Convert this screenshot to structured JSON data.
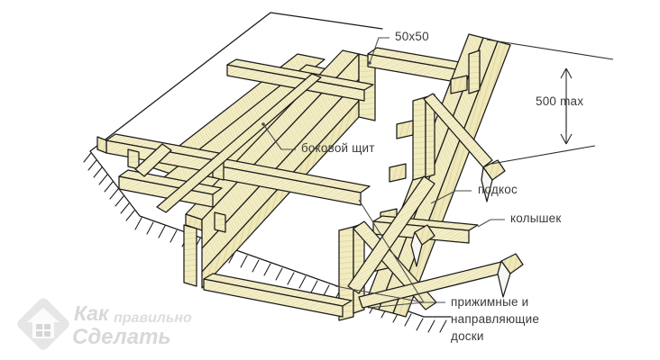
{
  "diagram": {
    "title": "Isometric drawing of strip-foundation timber formwork",
    "background_color": "#ffffff",
    "timber_fill": "#f2ecc4",
    "timber_fill_light": "#faf6de",
    "timber_fill_dark": "#e3d99b",
    "outline_color": "#1a1a1a",
    "text_color": "#3a3a3a",
    "leader_color": "#555555"
  },
  "labels": {
    "beam_size": "50x50",
    "side_panel": "боковой щит",
    "brace": "подкос",
    "stake": "колышек",
    "boards_line1": "прижимные и",
    "boards_line2": "направляющие",
    "boards_line3": "доски"
  },
  "dimension": {
    "value": "500 max",
    "type": "vertical-double-arrow"
  },
  "watermark": {
    "word1": "Как",
    "word2": "правильно",
    "word3": "Сделать",
    "icon": "house-diamond-icon",
    "color": "#d8d8d8"
  }
}
